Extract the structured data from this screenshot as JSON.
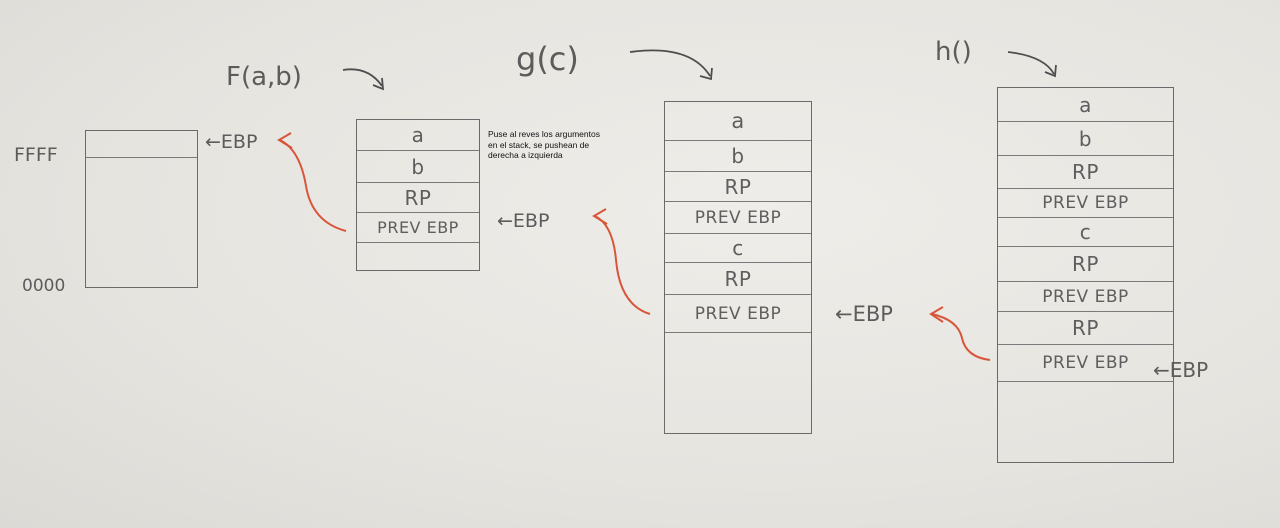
{
  "addresses": {
    "top": "FFFF",
    "bottom": "0000"
  },
  "ebp_label": "←EBP",
  "note": "Puse al reves los argumentos en el stack, se pushean de derecha a izquierda",
  "functions": {
    "f": {
      "title": "F(a,b)",
      "cells": [
        "a",
        "b",
        "RP",
        "PREV EBP",
        ""
      ]
    },
    "g": {
      "title": "g(c)",
      "cells": [
        "a",
        "b",
        "RP",
        "PREV EBP",
        "c",
        "RP",
        "PREV EBP",
        ""
      ]
    },
    "h": {
      "title": "h()",
      "cells": [
        "a",
        "b",
        "RP",
        "PREV EBP",
        "c",
        "RP",
        "PREV EBP",
        "RP",
        "PREV EBP",
        ""
      ]
    }
  },
  "colors": {
    "pencil": "#5e5e5e",
    "red_arrow": "#d8553a"
  }
}
